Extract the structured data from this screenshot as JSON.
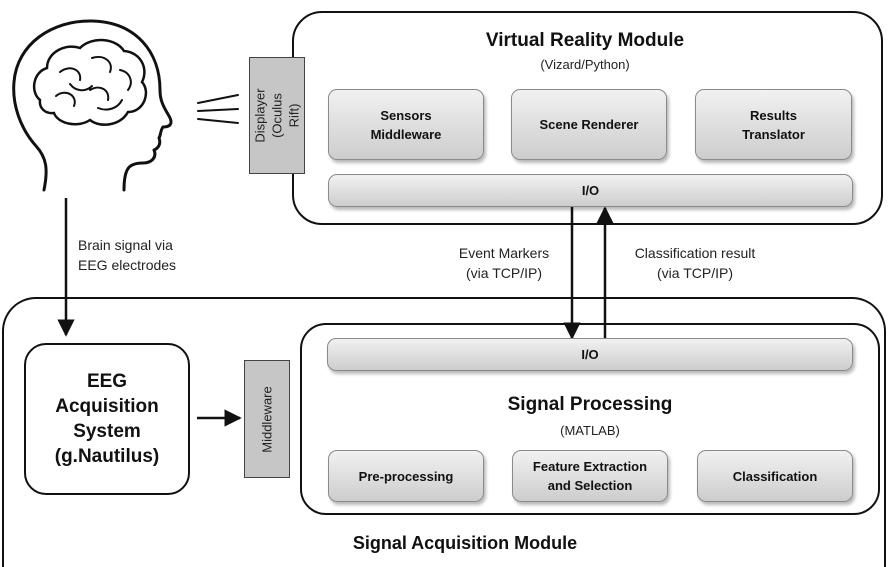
{
  "vr_module": {
    "title": "Virtual Reality Module",
    "subtitle": "(Vizard/Python)",
    "components": [
      "Sensors\nMiddleware",
      "Scene Renderer",
      "Results\nTranslator"
    ],
    "io_label": "I/O"
  },
  "displayer": {
    "label": "Displayer\n(Oculus Rift)"
  },
  "brain_signal": {
    "label": "Brain signal via\nEEG electrodes"
  },
  "event_markers": {
    "label": "Event Markers\n(via TCP/IP)"
  },
  "classification_result": {
    "label": "Classification result\n(via TCP/IP)"
  },
  "signal_acquisition_module": {
    "title": "Signal Acquisition Module"
  },
  "eeg_system": {
    "label": "EEG\nAcquisition\nSystem\n(g.Nautilus)"
  },
  "middleware": {
    "label": "Middleware"
  },
  "signal_processing": {
    "title": "Signal Processing",
    "subtitle": "(MATLAB)",
    "io_label": "I/O",
    "components": [
      "Pre-processing",
      "Feature Extraction\nand Selection",
      "Classification"
    ]
  },
  "icons": {
    "head": "human-head-brain-icon",
    "signal_waves": "signal-waves-icon"
  },
  "colors": {
    "line": "#111111",
    "component_fill": "#dcdcdc",
    "side_label_fill": "#c6c6c6"
  }
}
